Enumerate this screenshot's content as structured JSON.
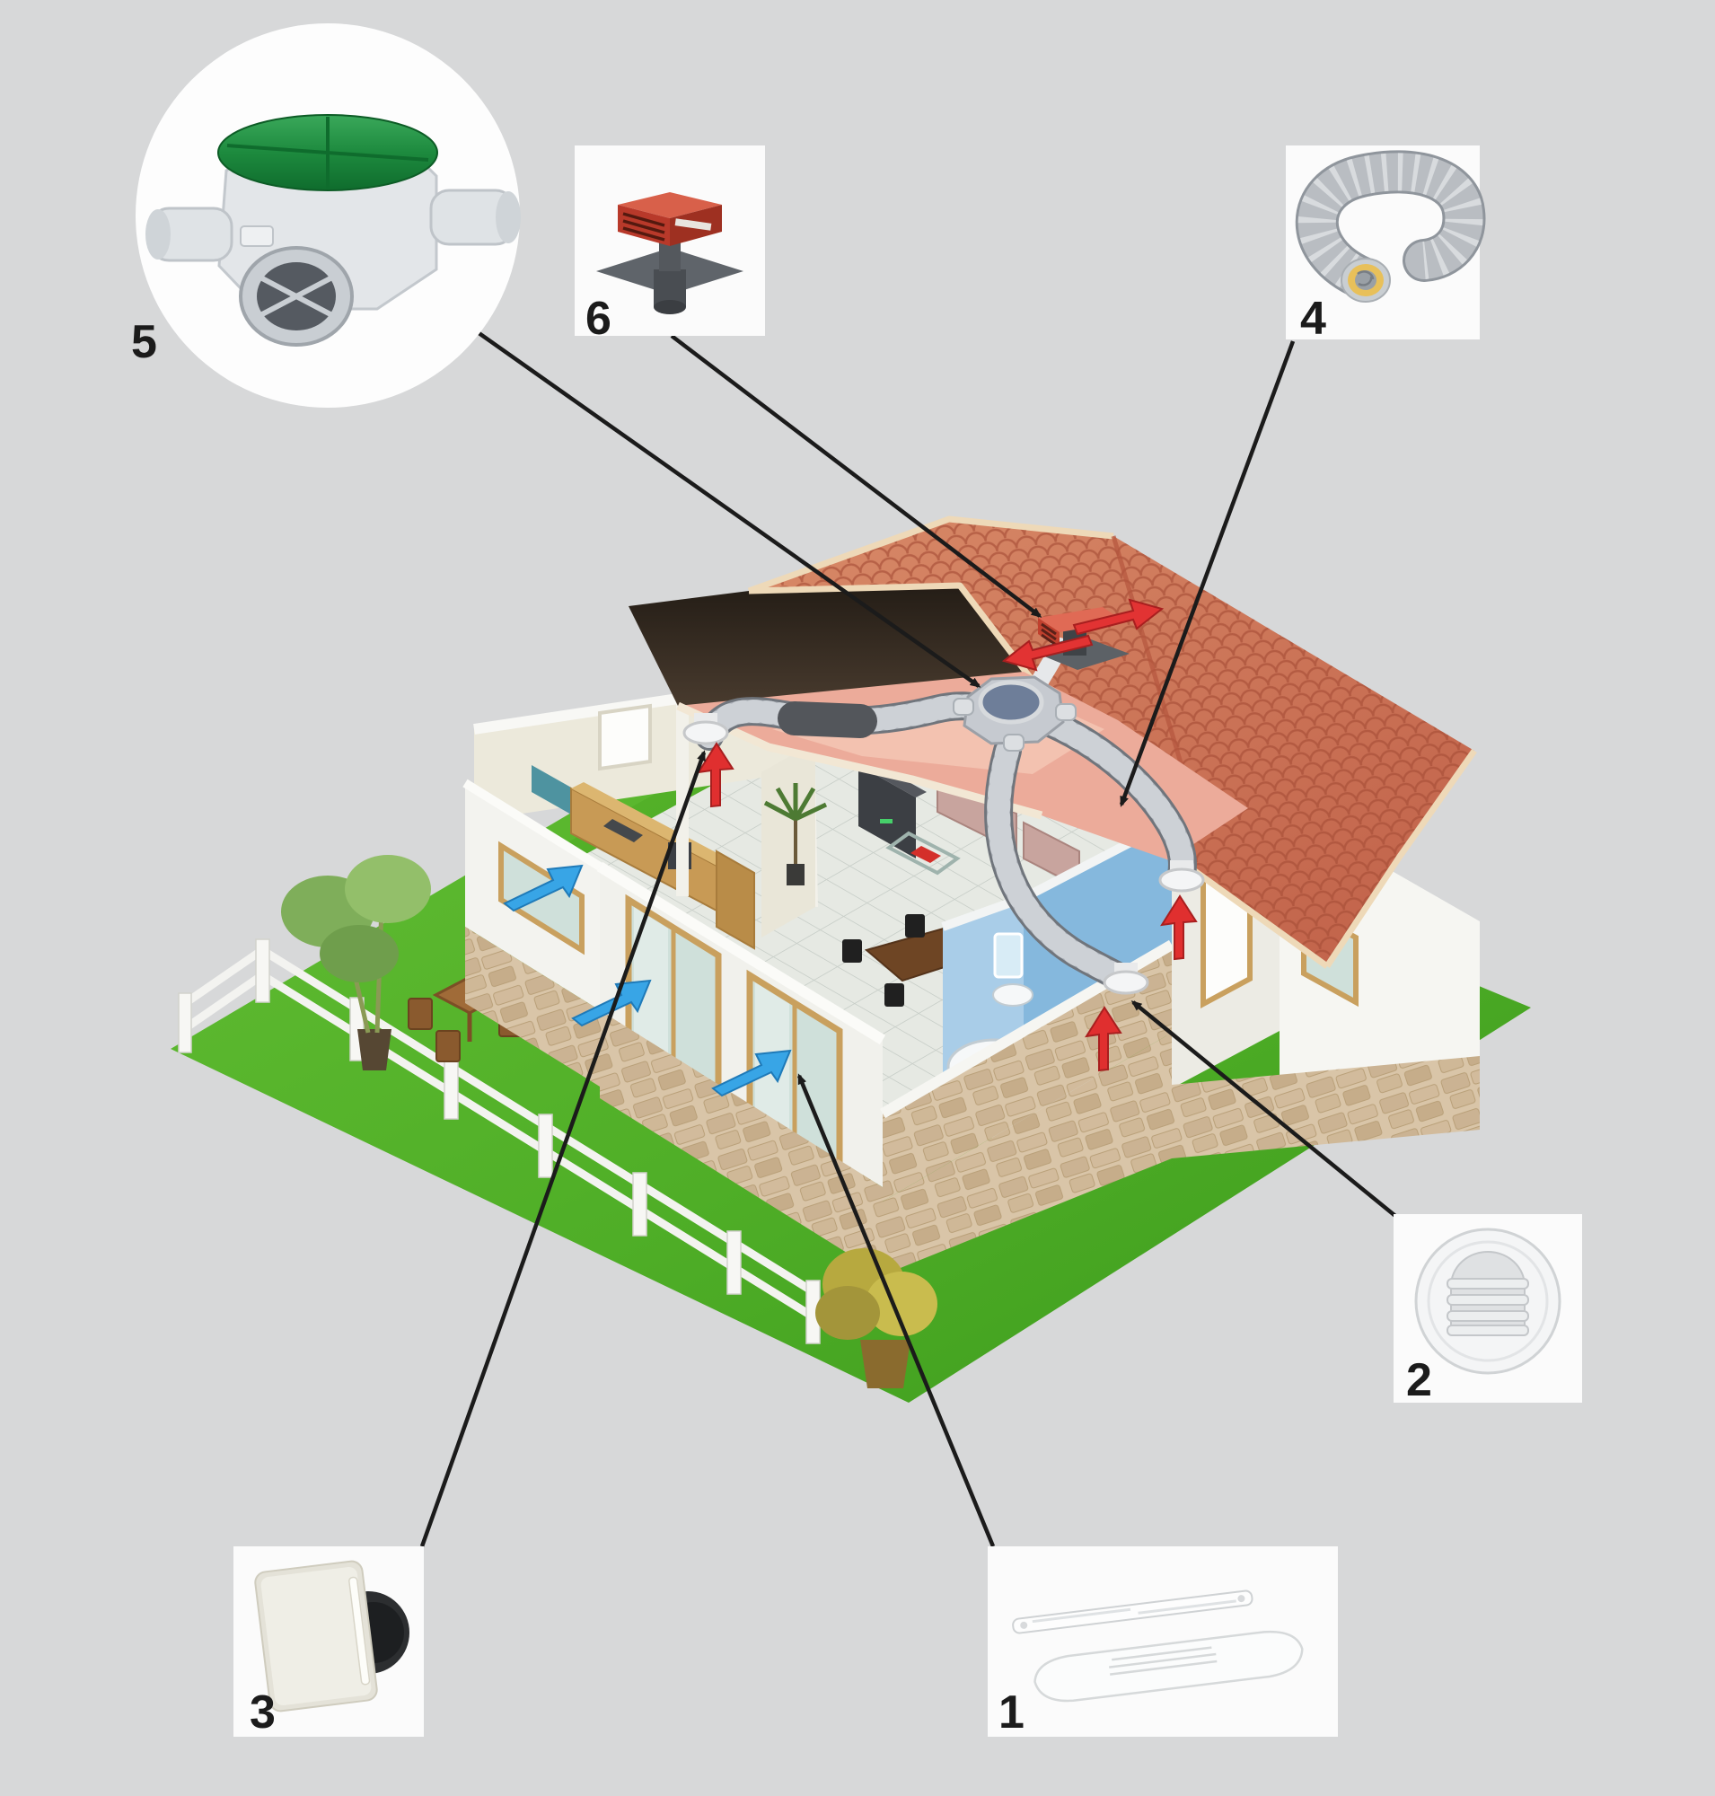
{
  "scene": {
    "background": "#d7d8d9",
    "callout_panel_color": "#fbfbfb",
    "connector_color": "#1b1b1b",
    "description_icons": {
      "house": "cutaway-house-ventilation-isometric",
      "supply_air_arrow_color": "#38a5e6",
      "extract_air_arrow_color": "#e02f2f",
      "roof_color": "#c96b52",
      "grass_color": "#4fae27"
    }
  },
  "callouts": {
    "c1": {
      "label": "1",
      "icon": "window-air-inlet-grille"
    },
    "c2": {
      "label": "2",
      "icon": "round-extract-grille"
    },
    "c3": {
      "label": "3",
      "icon": "wall-extract-unit"
    },
    "c4": {
      "label": "4",
      "icon": "insulated-flexible-duct"
    },
    "c5": {
      "label": "5",
      "icon": "central-extract-fan-unit"
    },
    "c6": {
      "label": "6",
      "icon": "roof-exhaust-outlet"
    }
  }
}
